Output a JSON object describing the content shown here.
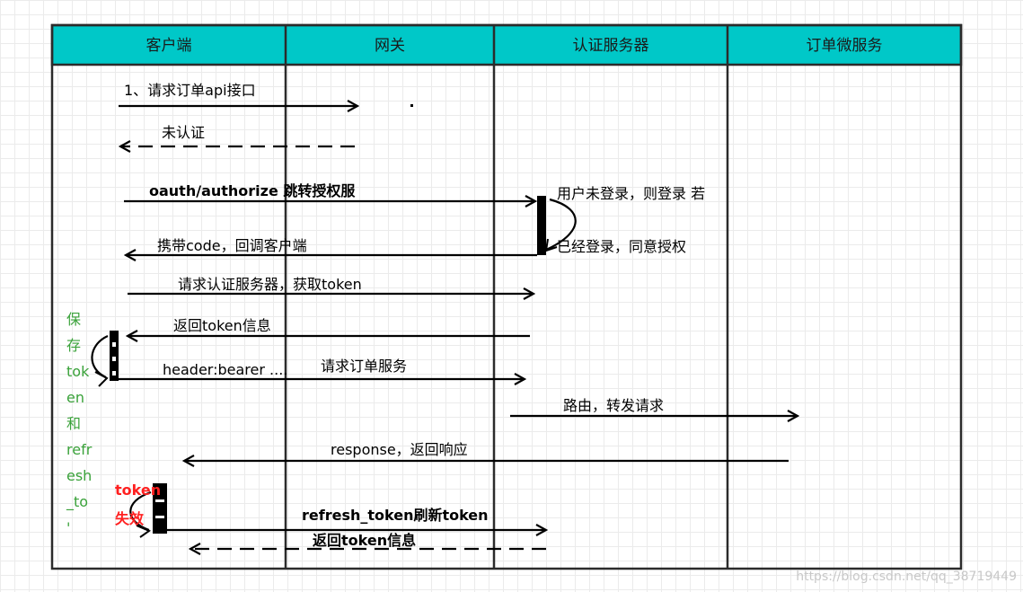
{
  "colors": {
    "header_fill": "#00c8c8",
    "grid_line": "#2b2b2b",
    "note_green": "#3aa23a",
    "note_red": "#ff2020",
    "watermark": "#c8c8c8"
  },
  "lanes": [
    {
      "label": "客户端"
    },
    {
      "label": "网关"
    },
    {
      "label": "认证服务器"
    },
    {
      "label": "订单微服务"
    }
  ],
  "messages": {
    "m1": "1、请求订单api接口",
    "m2": "未认证",
    "m3": "oauth/authorize 跳转授权服",
    "m3_note": "用户未登录，则登录 若",
    "m4_note": "已经登录，同意授权",
    "m4": "携带code，回调客户端",
    "m5": "请求认证服务器，获取token",
    "m6": "返回token信息",
    "m7a": "header:bearer ....",
    "m7b": "请求订单服务",
    "m8": "路由，转发请求",
    "m9": "response，返回响应",
    "m10": "refresh_token刷新token",
    "m11": "返回token信息"
  },
  "notes": {
    "save_lines": [
      "保",
      "存",
      "tok",
      "en",
      "和",
      "refr",
      "esh",
      "_to",
      "'"
    ],
    "token_invalid_lines": [
      "token",
      "失效"
    ]
  },
  "watermark": "https://blog.csdn.net/qq_38719449"
}
